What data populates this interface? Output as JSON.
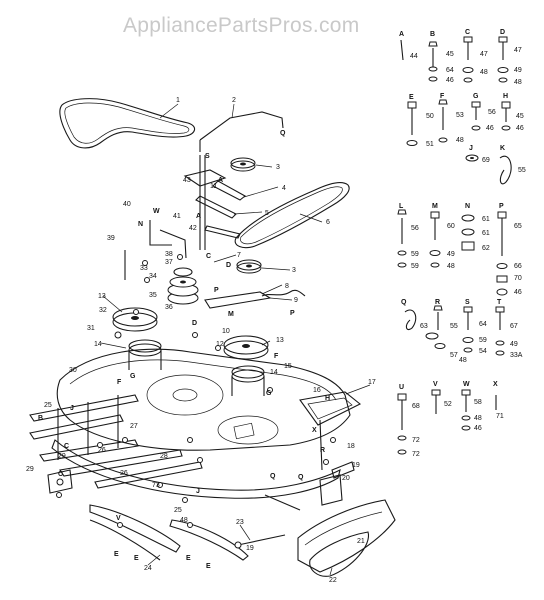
{
  "watermark": "AppliancePartsPros.com",
  "callouts": [
    "1",
    "2",
    "3",
    "4",
    "5",
    "6",
    "7",
    "8",
    "9",
    "10",
    "11",
    "12",
    "13",
    "14",
    "15",
    "16",
    "17",
    "18",
    "19",
    "20",
    "21",
    "22",
    "23",
    "24",
    "25",
    "26",
    "27",
    "28",
    "29",
    "30",
    "31",
    "32",
    "33",
    "34",
    "35",
    "36",
    "37",
    "38",
    "39",
    "40",
    "41",
    "42",
    "43",
    "44",
    "45",
    "46",
    "47",
    "48",
    "49",
    "50",
    "51",
    "52",
    "53",
    "54",
    "55",
    "56",
    "57",
    "58",
    "59",
    "60",
    "61",
    "62",
    "63",
    "64",
    "65",
    "66",
    "67",
    "68",
    "69",
    "70",
    "71",
    "72",
    "73",
    "33A"
  ],
  "hardware_letters": [
    "A",
    "B",
    "C",
    "D",
    "E",
    "F",
    "G",
    "H",
    "J",
    "K",
    "L",
    "M",
    "N",
    "P",
    "Q",
    "R",
    "S",
    "T",
    "U",
    "V",
    "W",
    "X"
  ]
}
